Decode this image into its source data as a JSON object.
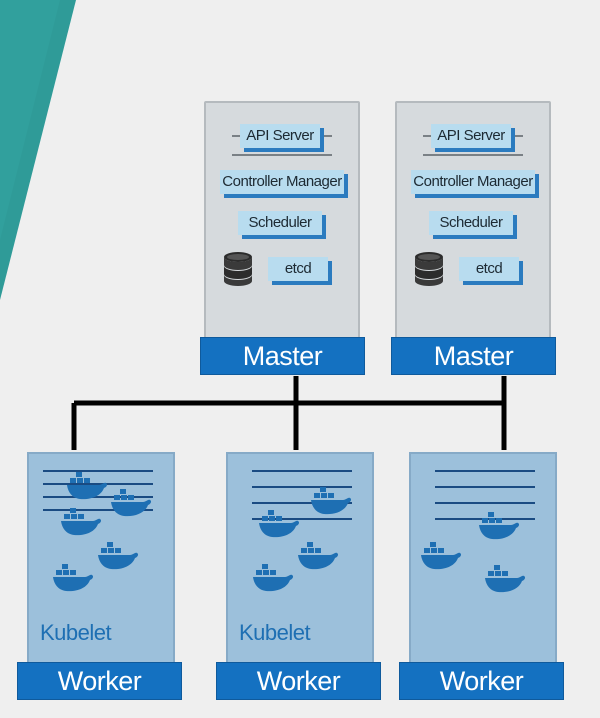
{
  "masters": [
    {
      "components": [
        "API Server",
        "Controller Manager",
        "Scheduler",
        "etcd"
      ],
      "label": "Master"
    },
    {
      "components": [
        "API Server",
        "Controller Manager",
        "Scheduler",
        "etcd"
      ],
      "label": "Master"
    }
  ],
  "workers": [
    {
      "kubelet": "Kubelet",
      "label": "Worker"
    },
    {
      "kubelet": "Kubelet",
      "label": "Worker"
    },
    {
      "kubelet": "",
      "label": "Worker"
    }
  ],
  "icons": {
    "database": "database-icon",
    "container": "docker-whale-icon"
  },
  "colors": {
    "background": "#efefef",
    "accent_teal": "#2f9b98",
    "bar_blue": "#1471c1",
    "component_fill": "#b8dcef",
    "worker_fill": "#9cc0db",
    "master_fill": "#d6dadd",
    "wire": "#000000"
  }
}
